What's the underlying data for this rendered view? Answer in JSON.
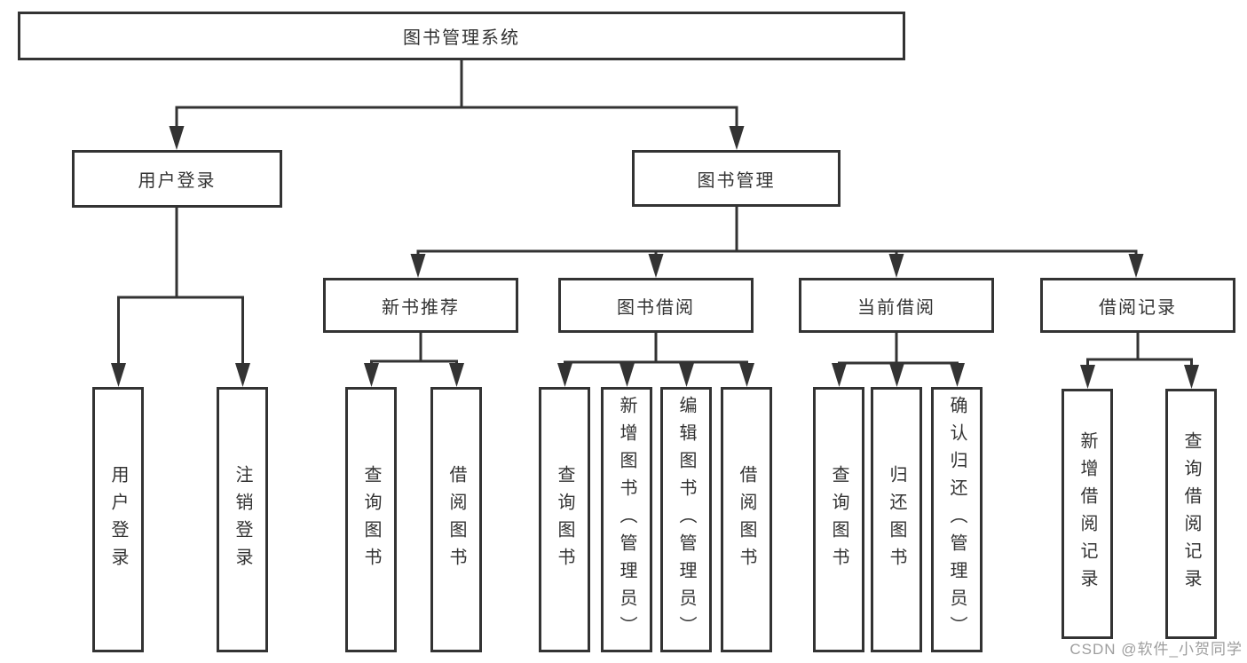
{
  "colors": {
    "line": "#333333",
    "box_border": "#333333",
    "text": "#333333",
    "background": "#ffffff",
    "watermark": "#9e9e9e"
  },
  "watermark": {
    "text": "CSDN @软件_小贺同学"
  },
  "tree": {
    "root": {
      "label": "图书管理系统",
      "children": [
        {
          "label": "用户登录",
          "children": [
            {
              "label": "用户登录"
            },
            {
              "label": "注销登录"
            }
          ]
        },
        {
          "label": "图书管理",
          "children": [
            {
              "label": "新书推荐",
              "children": [
                {
                  "label": "查询图书"
                },
                {
                  "label": "借阅图书"
                }
              ]
            },
            {
              "label": "图书借阅",
              "children": [
                {
                  "label": "查询图书"
                },
                {
                  "label": "新增图书（管理员）"
                },
                {
                  "label": "编辑图书（管理员）"
                },
                {
                  "label": "借阅图书"
                }
              ]
            },
            {
              "label": "当前借阅",
              "children": [
                {
                  "label": "查询图书"
                },
                {
                  "label": "归还图书"
                },
                {
                  "label": "确认归还（管理员）"
                }
              ]
            },
            {
              "label": "借阅记录",
              "children": [
                {
                  "label": "新增借阅记录"
                },
                {
                  "label": "查询借阅记录"
                }
              ]
            }
          ]
        }
      ]
    }
  }
}
